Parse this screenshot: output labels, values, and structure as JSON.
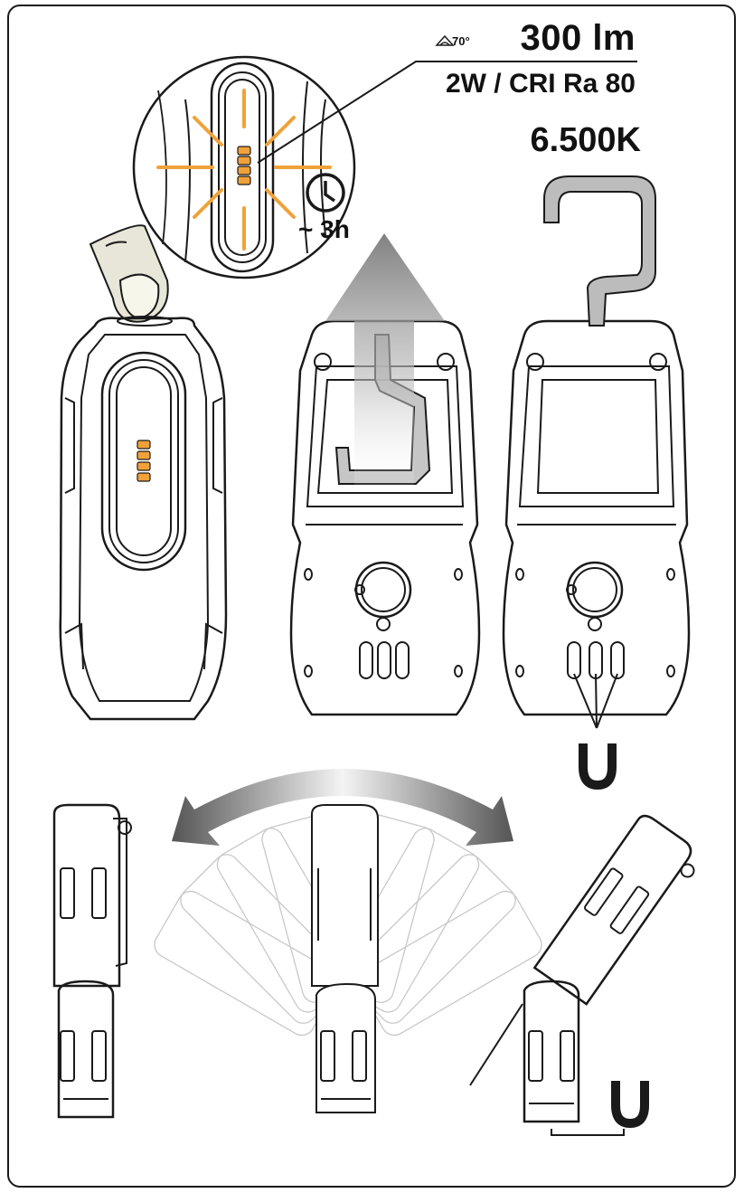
{
  "specs": {
    "beam_angle": "70°",
    "lumens": "300 lm",
    "power_cri": "2W / CRI Ra 80",
    "color_temp": "6.500K",
    "runtime": "~ 3h"
  },
  "icons": {
    "beam": "beam-angle-icon",
    "clock": "clock-icon",
    "magnet": "magnet-icon",
    "hook": "hook-icon",
    "finger": "finger-press-icon",
    "arrow_up": "up-arrow-icon",
    "arc": "rotation-arc-icon"
  },
  "colors": {
    "led": "#f0a23a",
    "outline": "#1a1a1a",
    "hook_fill": "#bcbcbc",
    "finger_fill": "#e8e6d8"
  }
}
